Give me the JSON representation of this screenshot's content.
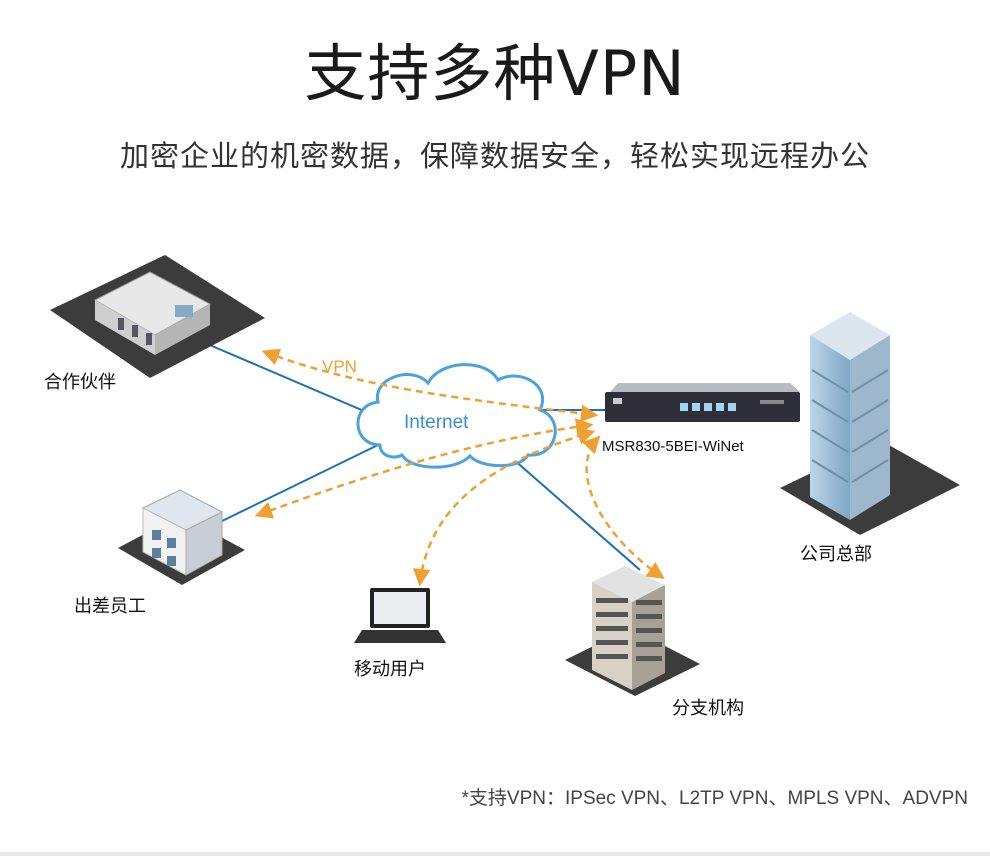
{
  "header": {
    "title": "支持多种VPN",
    "subtitle": "加密企业的机密数据，保障数据安全，轻松实现远程办公"
  },
  "diagram": {
    "cloud_label": "Internet",
    "vpn_label": "VPN",
    "router_label": "MSR830-5BEI-WiNet",
    "nodes": {
      "partner": "合作伙伴",
      "traveler": "出差员工",
      "mobile": "移动用户",
      "branch": "分支机构",
      "hq": "公司总部"
    }
  },
  "footnote": "*支持VPN：IPSec VPN、L2TP VPN、MPLS VPN、ADVPN",
  "colors": {
    "link_line": "#1f6fb5",
    "vpn_arrow": "#f0a030",
    "cloud_outline": "#4aa3e0"
  }
}
